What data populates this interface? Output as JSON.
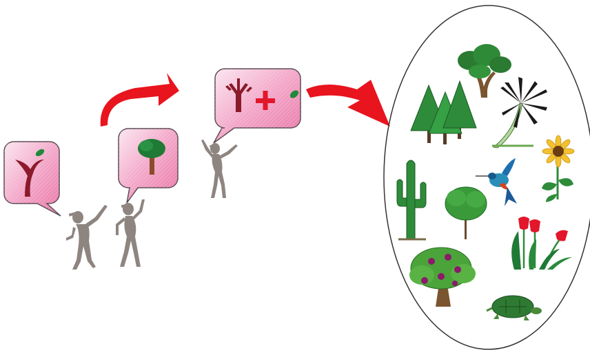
{
  "diagram": {
    "bubbles": [
      {
        "id": "bubble-1",
        "icon": "branch-with-leaf-icon"
      },
      {
        "id": "bubble-2",
        "icon": "tree-icon"
      },
      {
        "id": "bubble-3",
        "icon": "branch-plus-leaf-icon"
      }
    ],
    "figures": [
      "person-1",
      "person-2",
      "person-3"
    ],
    "arrows": [
      "arrow-1",
      "arrow-2"
    ],
    "ellipse_items": [
      "conifer-trees-icon",
      "broadleaf-tree-icon",
      "palm-tree-icon",
      "cactus-icon",
      "hummingbird-icon",
      "sunflower-icon",
      "small-tree-icon",
      "tulips-icon",
      "flowering-tree-icon",
      "turtle-icon"
    ],
    "colors": {
      "arrow": "#e8141e",
      "bubble_fill": "#f3a7c8",
      "bubble_stroke": "#5a4a52",
      "branch": "#8b1a2a",
      "leaf": "#1f8a3c",
      "figure": "#8e8580",
      "tree_green": "#2e8b3a",
      "trunk": "#7a5530"
    }
  }
}
